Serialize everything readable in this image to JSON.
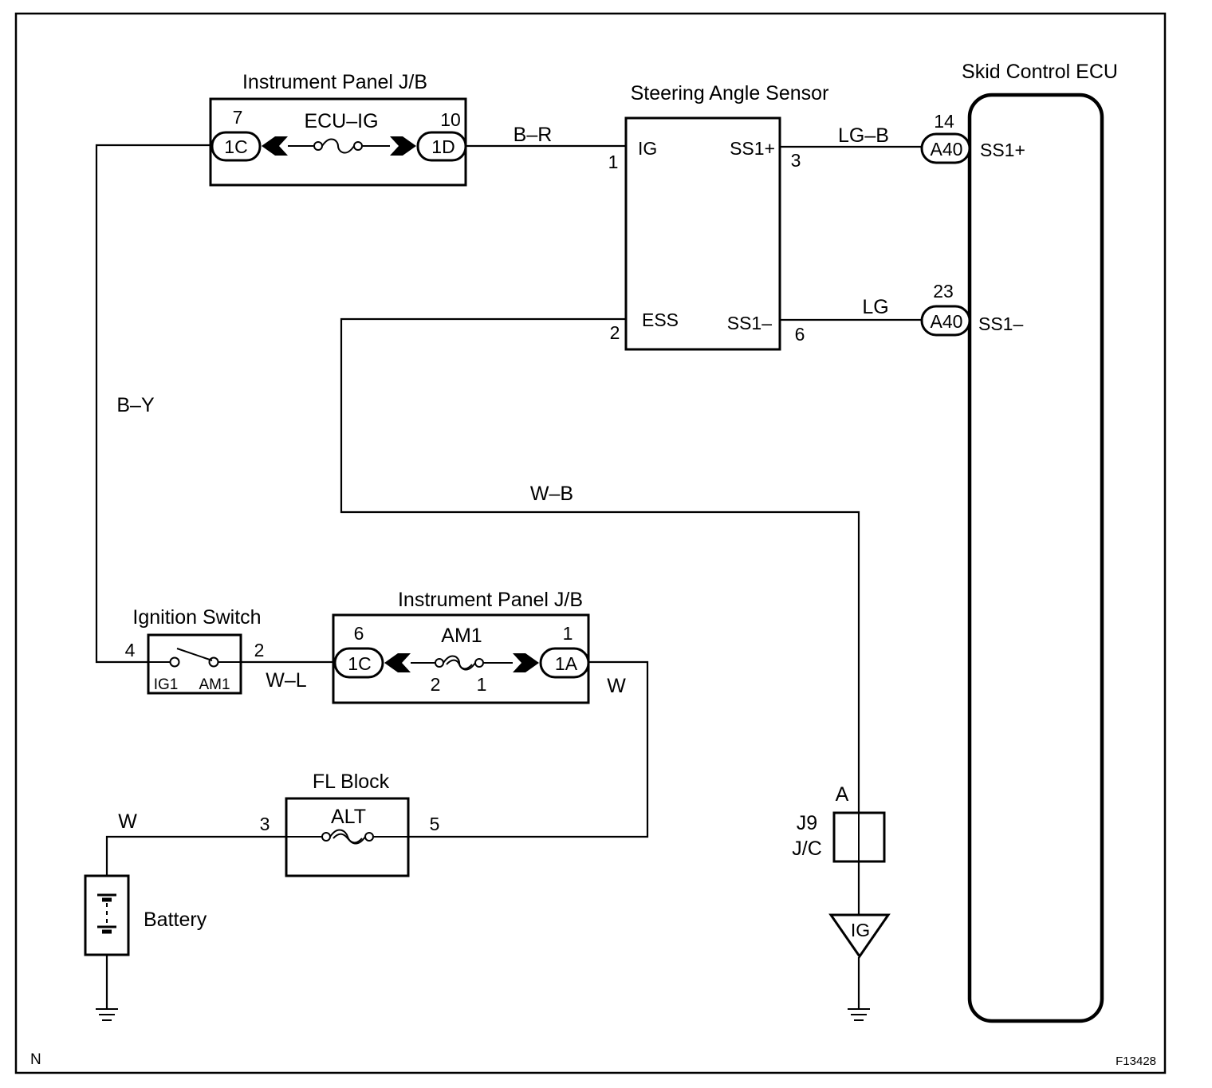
{
  "components": {
    "jb_top": {
      "title": "Instrument Panel J/B",
      "fuse": "ECU–IG",
      "left_pin": "7",
      "left_conn": "1C",
      "right_pin": "10",
      "right_conn": "1D"
    },
    "sensor": {
      "title": "Steering Angle Sensor",
      "ig": "IG",
      "ss1p": "SS1+",
      "ess": "ESS",
      "ss1m": "SS1–",
      "pin_ig": "1",
      "pin_ss1p": "3",
      "pin_ess": "2",
      "pin_ss1m": "6"
    },
    "ecu": {
      "title": "Skid Control ECU",
      "ss1p": "SS1+",
      "ss1m": "SS1–",
      "conn_top": "A40",
      "conn_bottom": "A40",
      "pin_top": "14",
      "pin_bottom": "23"
    },
    "ign": {
      "title": "Ignition Switch",
      "ig1": "IG1",
      "am1": "AM1",
      "pin_left": "4",
      "pin_right": "2"
    },
    "jb_bottom": {
      "title": "Instrument Panel J/B",
      "fuse": "AM1",
      "left_pin": "6",
      "left_conn": "1C",
      "right_pin": "1",
      "right_conn": "1A",
      "fuse_pin_left": "2",
      "fuse_pin_right": "1"
    },
    "fl": {
      "title": "FL Block",
      "fuse": "ALT",
      "pin_left": "3",
      "pin_right": "5"
    },
    "battery": {
      "label": "Battery"
    },
    "jc": {
      "name": "J9",
      "type": "J/C",
      "pin": "A"
    },
    "ig_tri": {
      "label": "IG"
    }
  },
  "wires": {
    "b_r": "B–R",
    "lg_b": "LG–B",
    "lg": "LG",
    "b_y": "B–Y",
    "w_b": "W–B",
    "w_l": "W–L",
    "w_right": "W",
    "w_batt": "W"
  },
  "corner": {
    "left": "N",
    "right": "F13428"
  }
}
